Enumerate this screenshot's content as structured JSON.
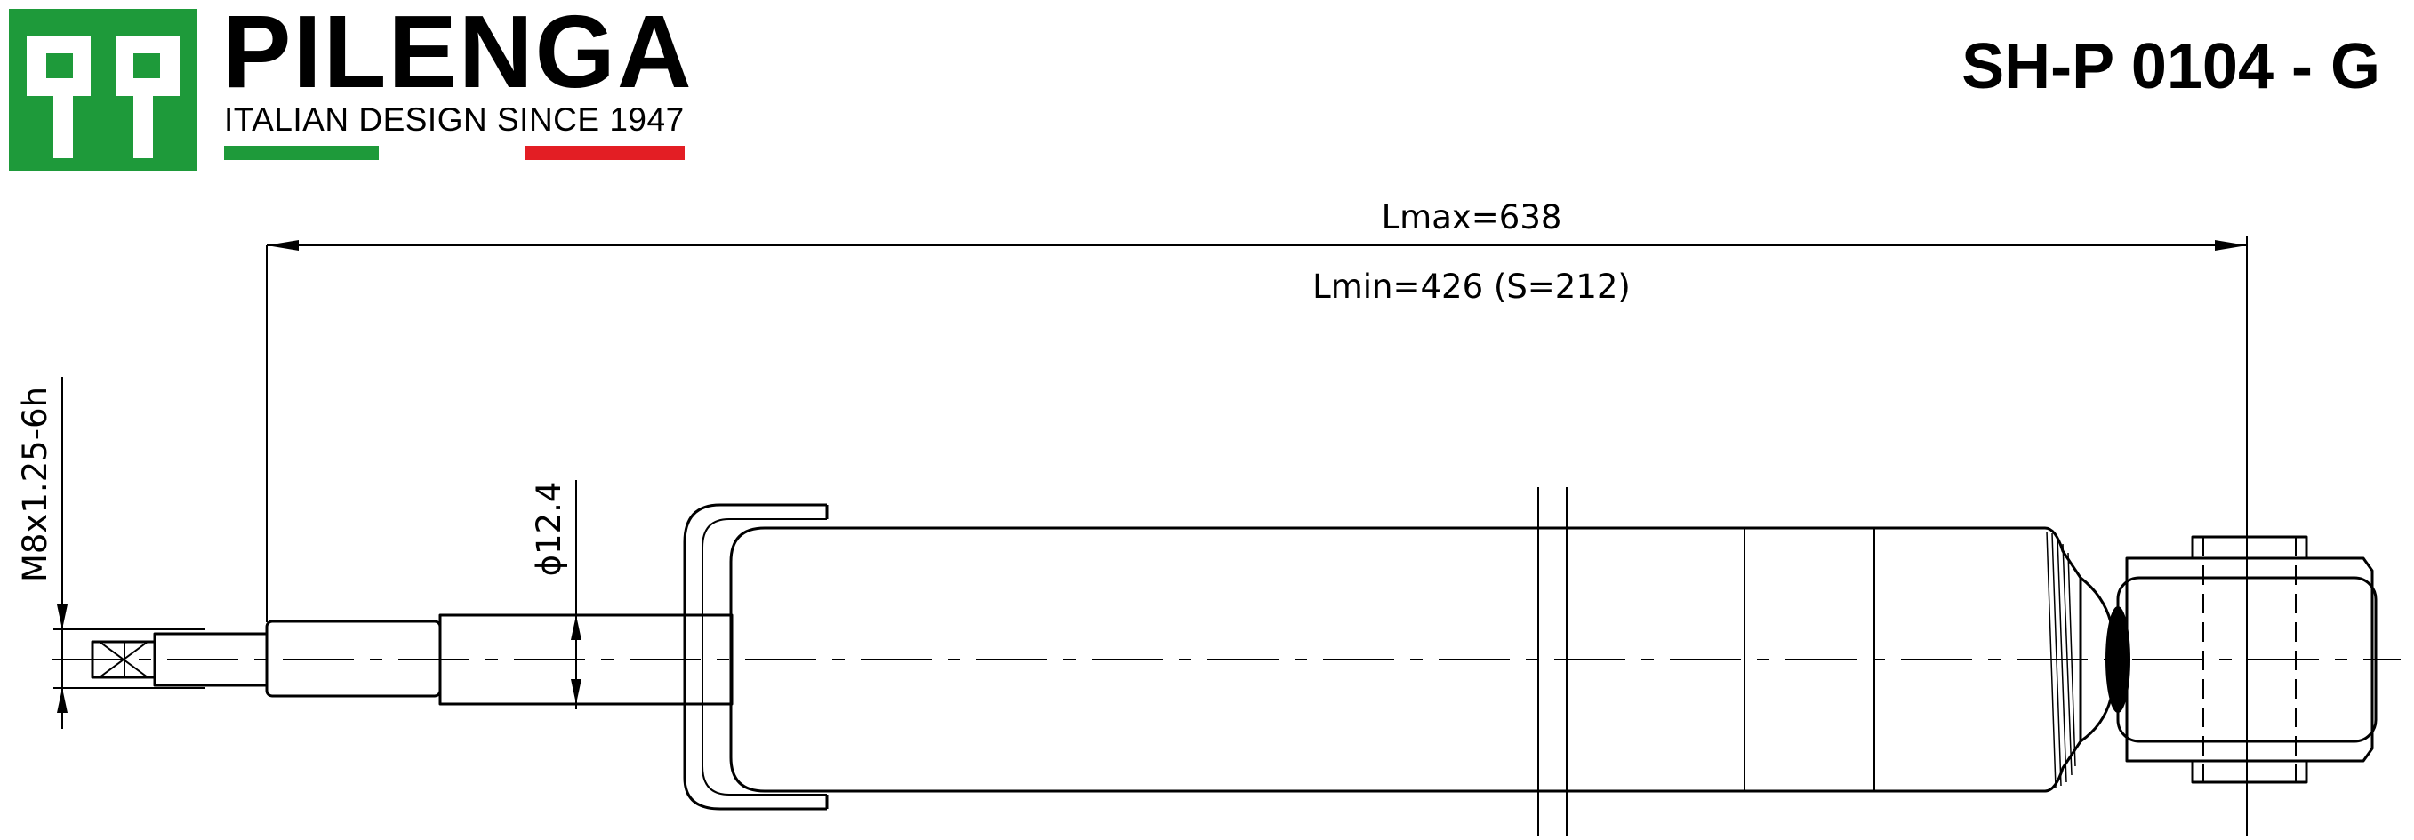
{
  "brand": {
    "name": "PILENGA",
    "tagline": "ITALIAN DESIGN SINCE 1947",
    "logo_icon": "pp-monogram-icon",
    "colors": {
      "logo_green": "#1e9a3a",
      "flag_green": "#1e9a3a",
      "flag_red": "#e31e24"
    }
  },
  "part_number": "SH-P 0104 - G",
  "dimensions": {
    "lmax": "Lmax=638",
    "lmin": "Lmin=426 (S=212)",
    "thread": "M8x1.25-6h",
    "rod_diameter": "ϕ12.4"
  }
}
